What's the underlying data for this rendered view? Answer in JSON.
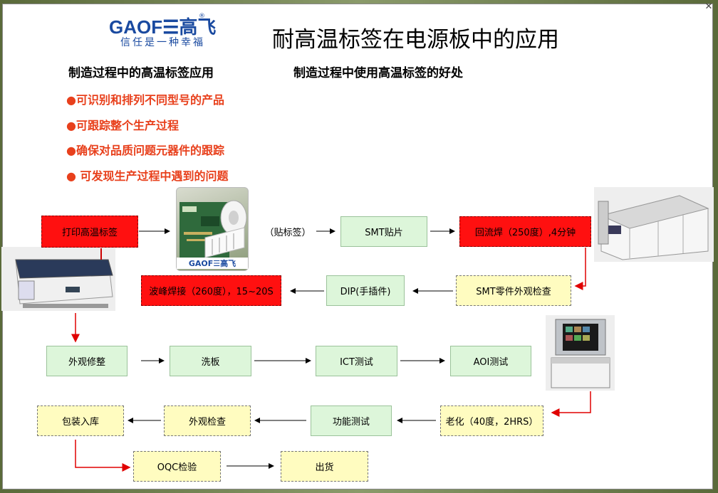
{
  "header": {
    "logo_main": "GAOF☰高飞",
    "logo_reg": "®",
    "logo_slogan": "信任是一种幸福",
    "title": "耐高温标签在电源板中的应用"
  },
  "subheads": {
    "left": "制造过程中的高温标签应用",
    "right": "制造过程中使用高温标签的好处"
  },
  "bullets": [
    "●可识别和排列不同型号的产品",
    "●可跟踪整个生产过程",
    "●确保对品质问题元器件的跟踪",
    "● 可发现生产过程中遇到的问题"
  ],
  "flow": {
    "print_label": "打印高温标签",
    "attach_label": "（贴标签）",
    "smt": "SMT贴片",
    "reflow": "回流焊（250度）,4分钟",
    "smt_inspect": "SMT零件外观检查",
    "dip": "DIP(手插件)",
    "wave": "波峰焊接（260度），15~20S",
    "visual_trim": "外观修整",
    "wash": "洗板",
    "ict": "ICT测试",
    "aoi": "AOI测试",
    "aging": "老化（40度，2HRS）",
    "func_test": "功能测试",
    "visual_check": "外观检查",
    "pack": "包装入库",
    "oqc": "OQC检验",
    "ship": "出货"
  },
  "photo_logo": "GAOF☰高飞",
  "icons": {
    "close": "close-icon"
  },
  "colors": {
    "red_box": "#ff1010",
    "green_box": "#ddf6da",
    "yellow_box": "#fffcc0",
    "bullet_text": "#e8401c",
    "logo": "#1a4aa0"
  }
}
